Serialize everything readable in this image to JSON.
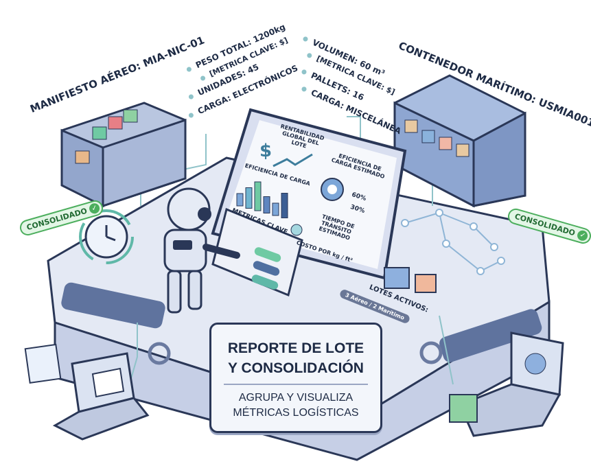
{
  "air_manifest": {
    "title": "MANIFIESTO AÉREO: MIA-NIC-01",
    "items": [
      "PESO TOTAL: 1200kg",
      "[METRICA CLAVE: $]",
      "UNIDADES: 45",
      "CARGA: ELECTRÓNICOS"
    ],
    "status": "CONSOLIDADO"
  },
  "sea_container": {
    "title": "CONTENEDOR MARÍTIMO: USMIA001",
    "items": [
      "VOLUMEN: 60 m³",
      "[METRICA CLAVE: $]",
      "PALLETS: 16",
      "CARGA: MISCELÁNEA"
    ],
    "status": "CONSOLIDADO"
  },
  "dashboard": {
    "profitability": "RENTABILIDAD GLOBAL DEL LOTE",
    "load_efficiency": "EFICIENCIA DE CARGA",
    "load_efficiency_est": "EFICIENCIA DE CARGA ESTIMADO",
    "pct_a": "60%",
    "pct_b": "30%",
    "transit_time": "TIEMPO DE TRÁNSITO ESTIMADO",
    "cost": "COSTO POR kg / ft³",
    "bars": [
      3,
      5,
      7,
      4,
      3,
      6
    ]
  },
  "key_metrics": {
    "title": "METRICAS CLAVE"
  },
  "active_lots": {
    "label": "LOTES ACTIVOS:",
    "value": "3 Aéreo / 2 Marítimo"
  },
  "title_box": {
    "line1": "REPORTE DE LOTE",
    "line2": "Y CONSOLIDACIÓN",
    "sub1": "AGRUPA Y VISUALIZA",
    "sub2": "MÉTRICAS LOGÍSTICAS"
  },
  "colors": {
    "navy": "#1d2a44",
    "teal": "#5fb8a8",
    "green": "#4cae5d",
    "blue": "#6b8fc7"
  }
}
